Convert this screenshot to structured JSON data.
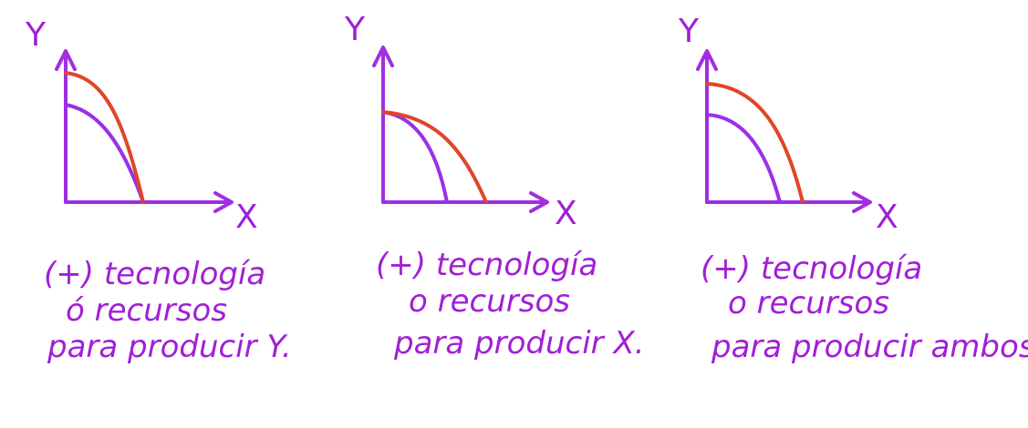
{
  "colors": {
    "axis": "#a12ee0",
    "original_curve": "#9b30e6",
    "shifted_curve": "#e0452a",
    "text": "#a11fd6"
  },
  "panels": [
    {
      "y_label": "Y",
      "x_label": "X",
      "caption": [
        "(+) tecnología",
        "ó recursos",
        "para producir Y."
      ]
    },
    {
      "y_label": "Y",
      "x_label": "X",
      "caption": [
        "(+) tecnología",
        "o recursos",
        "para producir X."
      ]
    },
    {
      "y_label": "Y",
      "x_label": "X",
      "caption": [
        "(+) tecnología",
        "o recursos",
        "para producir ambos."
      ]
    }
  ]
}
